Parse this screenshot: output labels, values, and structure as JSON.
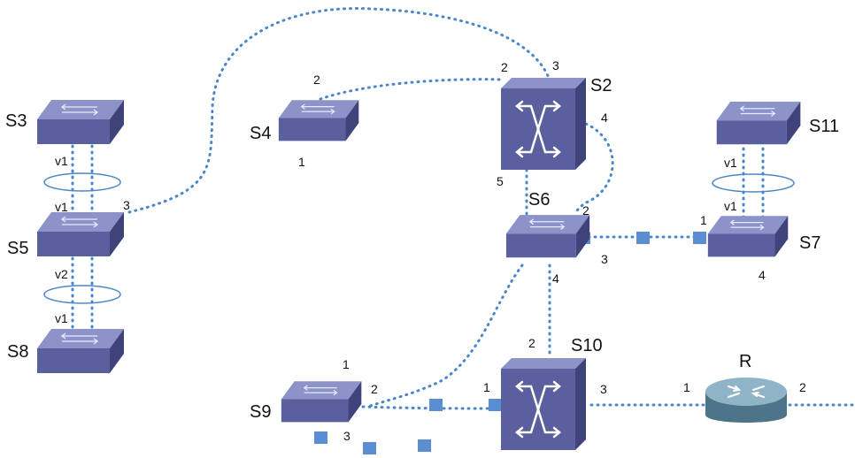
{
  "colors": {
    "switch_top": "#8b93c9",
    "switch_front": "#5a5f9e",
    "switch_side": "#3f4379",
    "link": "#4a86c8",
    "lag_ring": "#4a86c8",
    "blocked_square": "#5b8ed0",
    "router_top": "#8fb4c8",
    "router_body": "#4d7488"
  },
  "devices": {
    "s2": "S2",
    "s3": "S3",
    "s4": "S4",
    "s5": "S5",
    "s6": "S6",
    "s7": "S7",
    "s8": "S8",
    "s9": "S9",
    "s10": "S10",
    "s11": "S11",
    "r": "R"
  },
  "ports": {
    "s4_p2": "2",
    "s4_p1": "1",
    "s2_p2": "2",
    "s2_p3": "3",
    "s2_p4": "4",
    "s2_p5": "5",
    "s5_p3": "3",
    "s6_p2": "2",
    "s6_p3": "3",
    "s6_p4": "4",
    "s7_p1": "1",
    "s7_p4": "4",
    "s9_p1": "1",
    "s9_p2": "2",
    "s9_p3": "3",
    "s10_p1": "1",
    "s10_p2": "2",
    "s10_p3": "3",
    "r_p1": "1",
    "r_p2": "2"
  },
  "vlans": {
    "s3_v1": "v1",
    "s5_v1": "v1",
    "s5_v2": "v2",
    "s8_v1": "v1",
    "s11_v1": "v1",
    "s7_v1": "v1"
  },
  "icons": {
    "access_switch": "switch-icon",
    "core_switch": "core-switch-icon",
    "router": "router-icon",
    "blocked_port": "blocked-port-marker"
  }
}
